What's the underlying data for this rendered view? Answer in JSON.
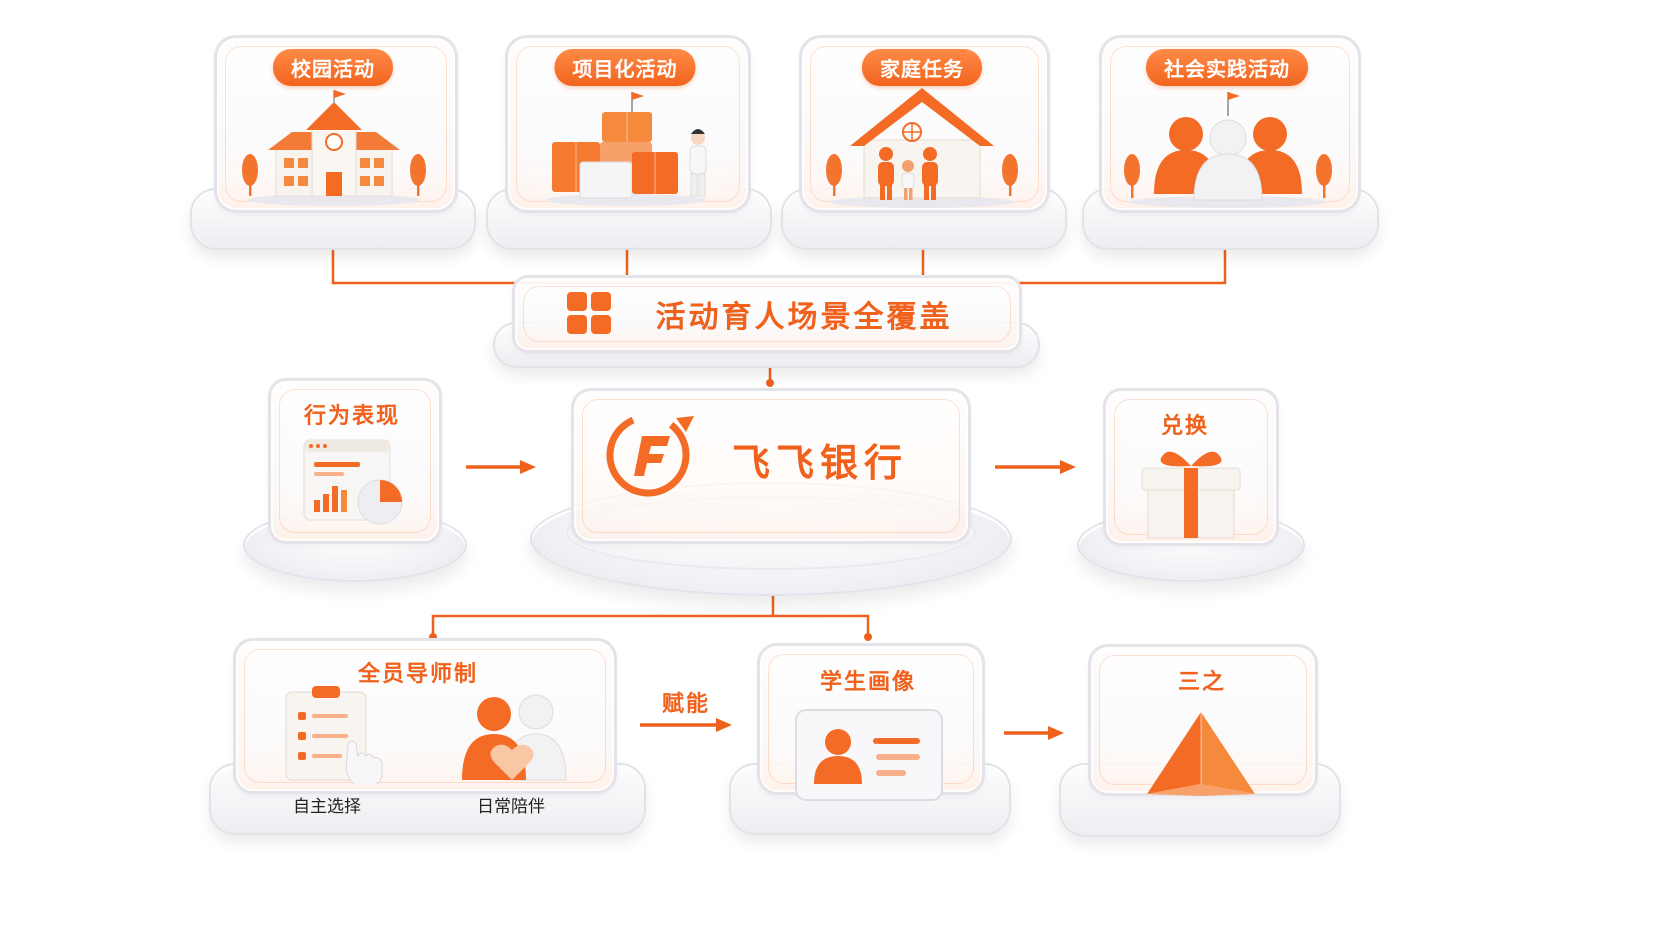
{
  "top_activities": [
    {
      "label": "校园活动",
      "icon": "school-icon"
    },
    {
      "label": "项目化活动",
      "icon": "blocks-icon"
    },
    {
      "label": "家庭任务",
      "icon": "family-house-icon"
    },
    {
      "label": "社会实践活动",
      "icon": "community-icon"
    }
  ],
  "coverage": {
    "title": "活动育人场景全覆盖",
    "icon": "grid-icon"
  },
  "behavior": {
    "title": "行为表现",
    "icon": "analytics-icon"
  },
  "bank": {
    "title": "飞飞银行",
    "icon": "feifei-logo-icon"
  },
  "exchange": {
    "title": "兑换",
    "icon": "gift-icon"
  },
  "mentor": {
    "title": "全员导师制",
    "items": [
      {
        "label": "自主选择",
        "icon": "checklist-icon"
      },
      {
        "label": "日常陪伴",
        "icon": "companion-icon"
      }
    ]
  },
  "empower_label": "赋能",
  "portrait": {
    "title": "学生画像",
    "icon": "id-card-icon"
  },
  "three": {
    "title": "三之",
    "icon": "pyramid-icon"
  },
  "colors": {
    "accent": "#f0611c",
    "accent_light": "#ff8a47",
    "glass_border": "#e2e2e8"
  }
}
